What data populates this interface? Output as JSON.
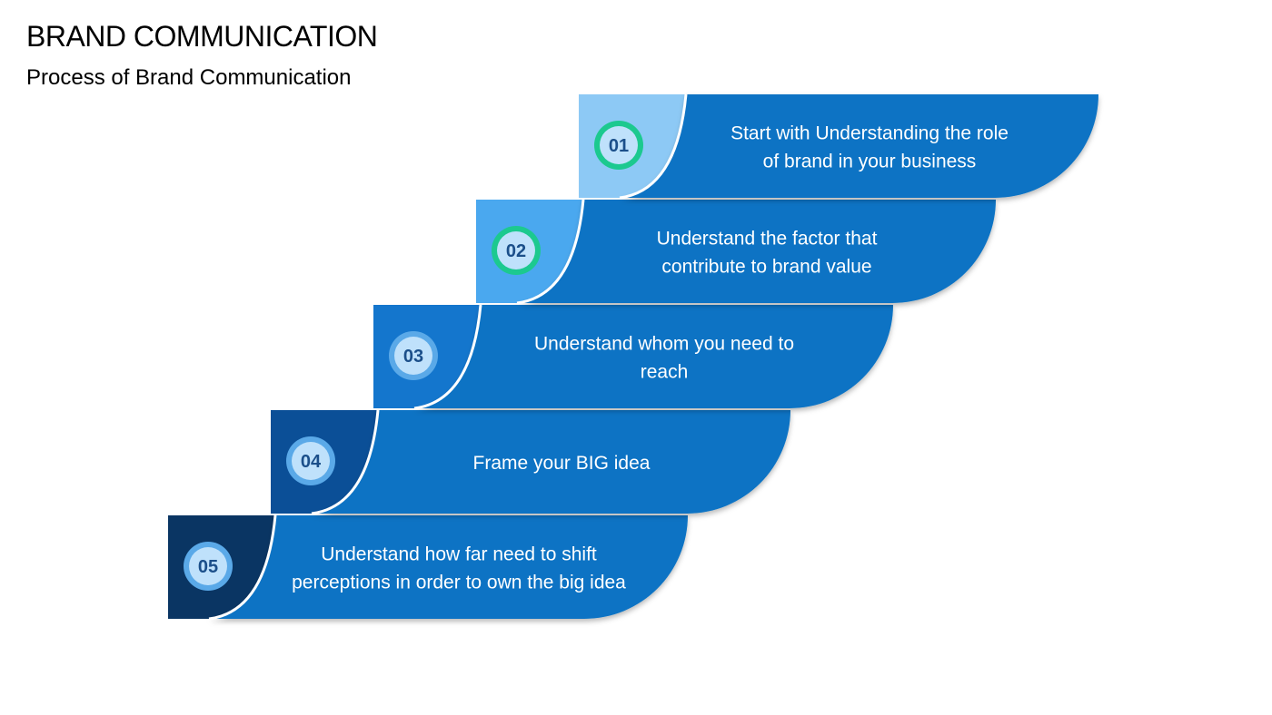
{
  "header": {
    "title": "BRAND COMMUNICATION",
    "subtitle": "Process of Brand Communication"
  },
  "colors": {
    "band": "#0873c4",
    "number_text": "#1b4f8a",
    "circle_fill": "#bfe1fb",
    "ring_green": "#1cc98f",
    "ring_blue": "#5aa9e8"
  },
  "steps": [
    {
      "number": "01",
      "lines": [
        "Start with Understanding the role",
        "of brand in your business"
      ],
      "corner_color": "#8dc9f5",
      "ring": "green"
    },
    {
      "number": "02",
      "lines": [
        "Understand the factor that",
        "contribute to brand value"
      ],
      "corner_color": "#4aa8ef",
      "ring": "green"
    },
    {
      "number": "03",
      "lines": [
        "Understand whom you need to",
        "reach"
      ],
      "corner_color": "#1476cd",
      "ring": "blue"
    },
    {
      "number": "04",
      "lines": [
        "Frame your BIG idea"
      ],
      "corner_color": "#0b4f97",
      "ring": "blue"
    },
    {
      "number": "05",
      "lines": [
        "Understand how far need to shift",
        "perceptions in order to own the big idea"
      ],
      "corner_color": "#0a3563",
      "ring": "blue"
    }
  ]
}
